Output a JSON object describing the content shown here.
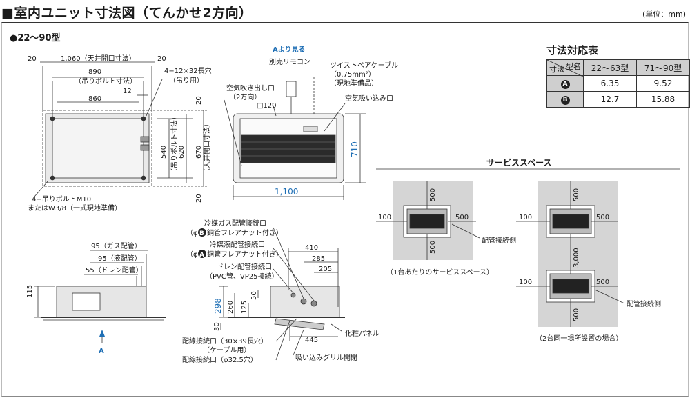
{
  "header": {
    "title": "■室内ユニット寸法図（てんかせ2方向）",
    "unit": "(単位：mm)",
    "model": "●22〜90型"
  },
  "top_view": {
    "dims": [
      "20",
      "1,060（天井開口寸法）",
      "20",
      "890",
      "（吊りボルト寸法）",
      "12",
      "860",
      "4−12×32長穴",
      "（吊り用）",
      "540",
      "（吊りボルト寸法）",
      "620",
      "670",
      "（天井開口寸法）",
      "20",
      "20"
    ],
    "bolt_note": [
      "4−吊りボルトM10",
      "またはW3/8（一式現地準備）"
    ]
  },
  "front_view": {
    "labels": [
      "Aより見る",
      "別売リモコン",
      "ツイストペアケーブル",
      "（0.75mm²）",
      "（現地準備品）",
      "空気吹き出し口",
      "（2方向）",
      "□120",
      "空気吸い込み口"
    ],
    "dims": [
      "710",
      "1,100"
    ]
  },
  "side_view": {
    "dims": [
      "95（ガス配管）",
      "95（液配管）",
      "55（ドレン配管）",
      "115"
    ],
    "arrow_label": "A"
  },
  "piping_view": {
    "labels": [
      "冷媒ガス配管接続口",
      "（φ",
      "銅管フレアナット付き）",
      "冷媒液配管接続口",
      "（φ",
      "銅管フレアナット付き）",
      "ドレン配管接続口",
      "（PVC管、VP25接続）",
      "配線接続口（30×39長穴）",
      "（ケーブル用）",
      "配線接続口（φ32.5穴）",
      "化粧パネル",
      "吸い込みグリル開閉"
    ],
    "badges": [
      "B",
      "A"
    ],
    "dims": [
      "410",
      "285",
      "205",
      "298",
      "260",
      "125",
      "50",
      "30",
      "445"
    ]
  },
  "dim_table": {
    "title": "寸法対応表",
    "corner_top": "型名",
    "corner_bottom": "寸法",
    "headers": [
      "22〜63型",
      "71〜90型"
    ],
    "rows": [
      {
        "badge": "A",
        "values": [
          "6.35",
          "9.52"
        ]
      },
      {
        "badge": "B",
        "values": [
          "12.7",
          "15.88"
        ]
      }
    ]
  },
  "service_space": {
    "title": "サービススペース",
    "single": {
      "dims": [
        "500",
        "100",
        "500",
        "500"
      ],
      "side_label": "配管接続側",
      "caption": "（1台あたりのサービススペース）"
    },
    "double": {
      "dims": [
        "500",
        "100",
        "500",
        "3,000",
        "100",
        "500",
        "500"
      ],
      "side_label": "配管接続側",
      "caption": "（2台同一場所設置の場合）"
    }
  }
}
